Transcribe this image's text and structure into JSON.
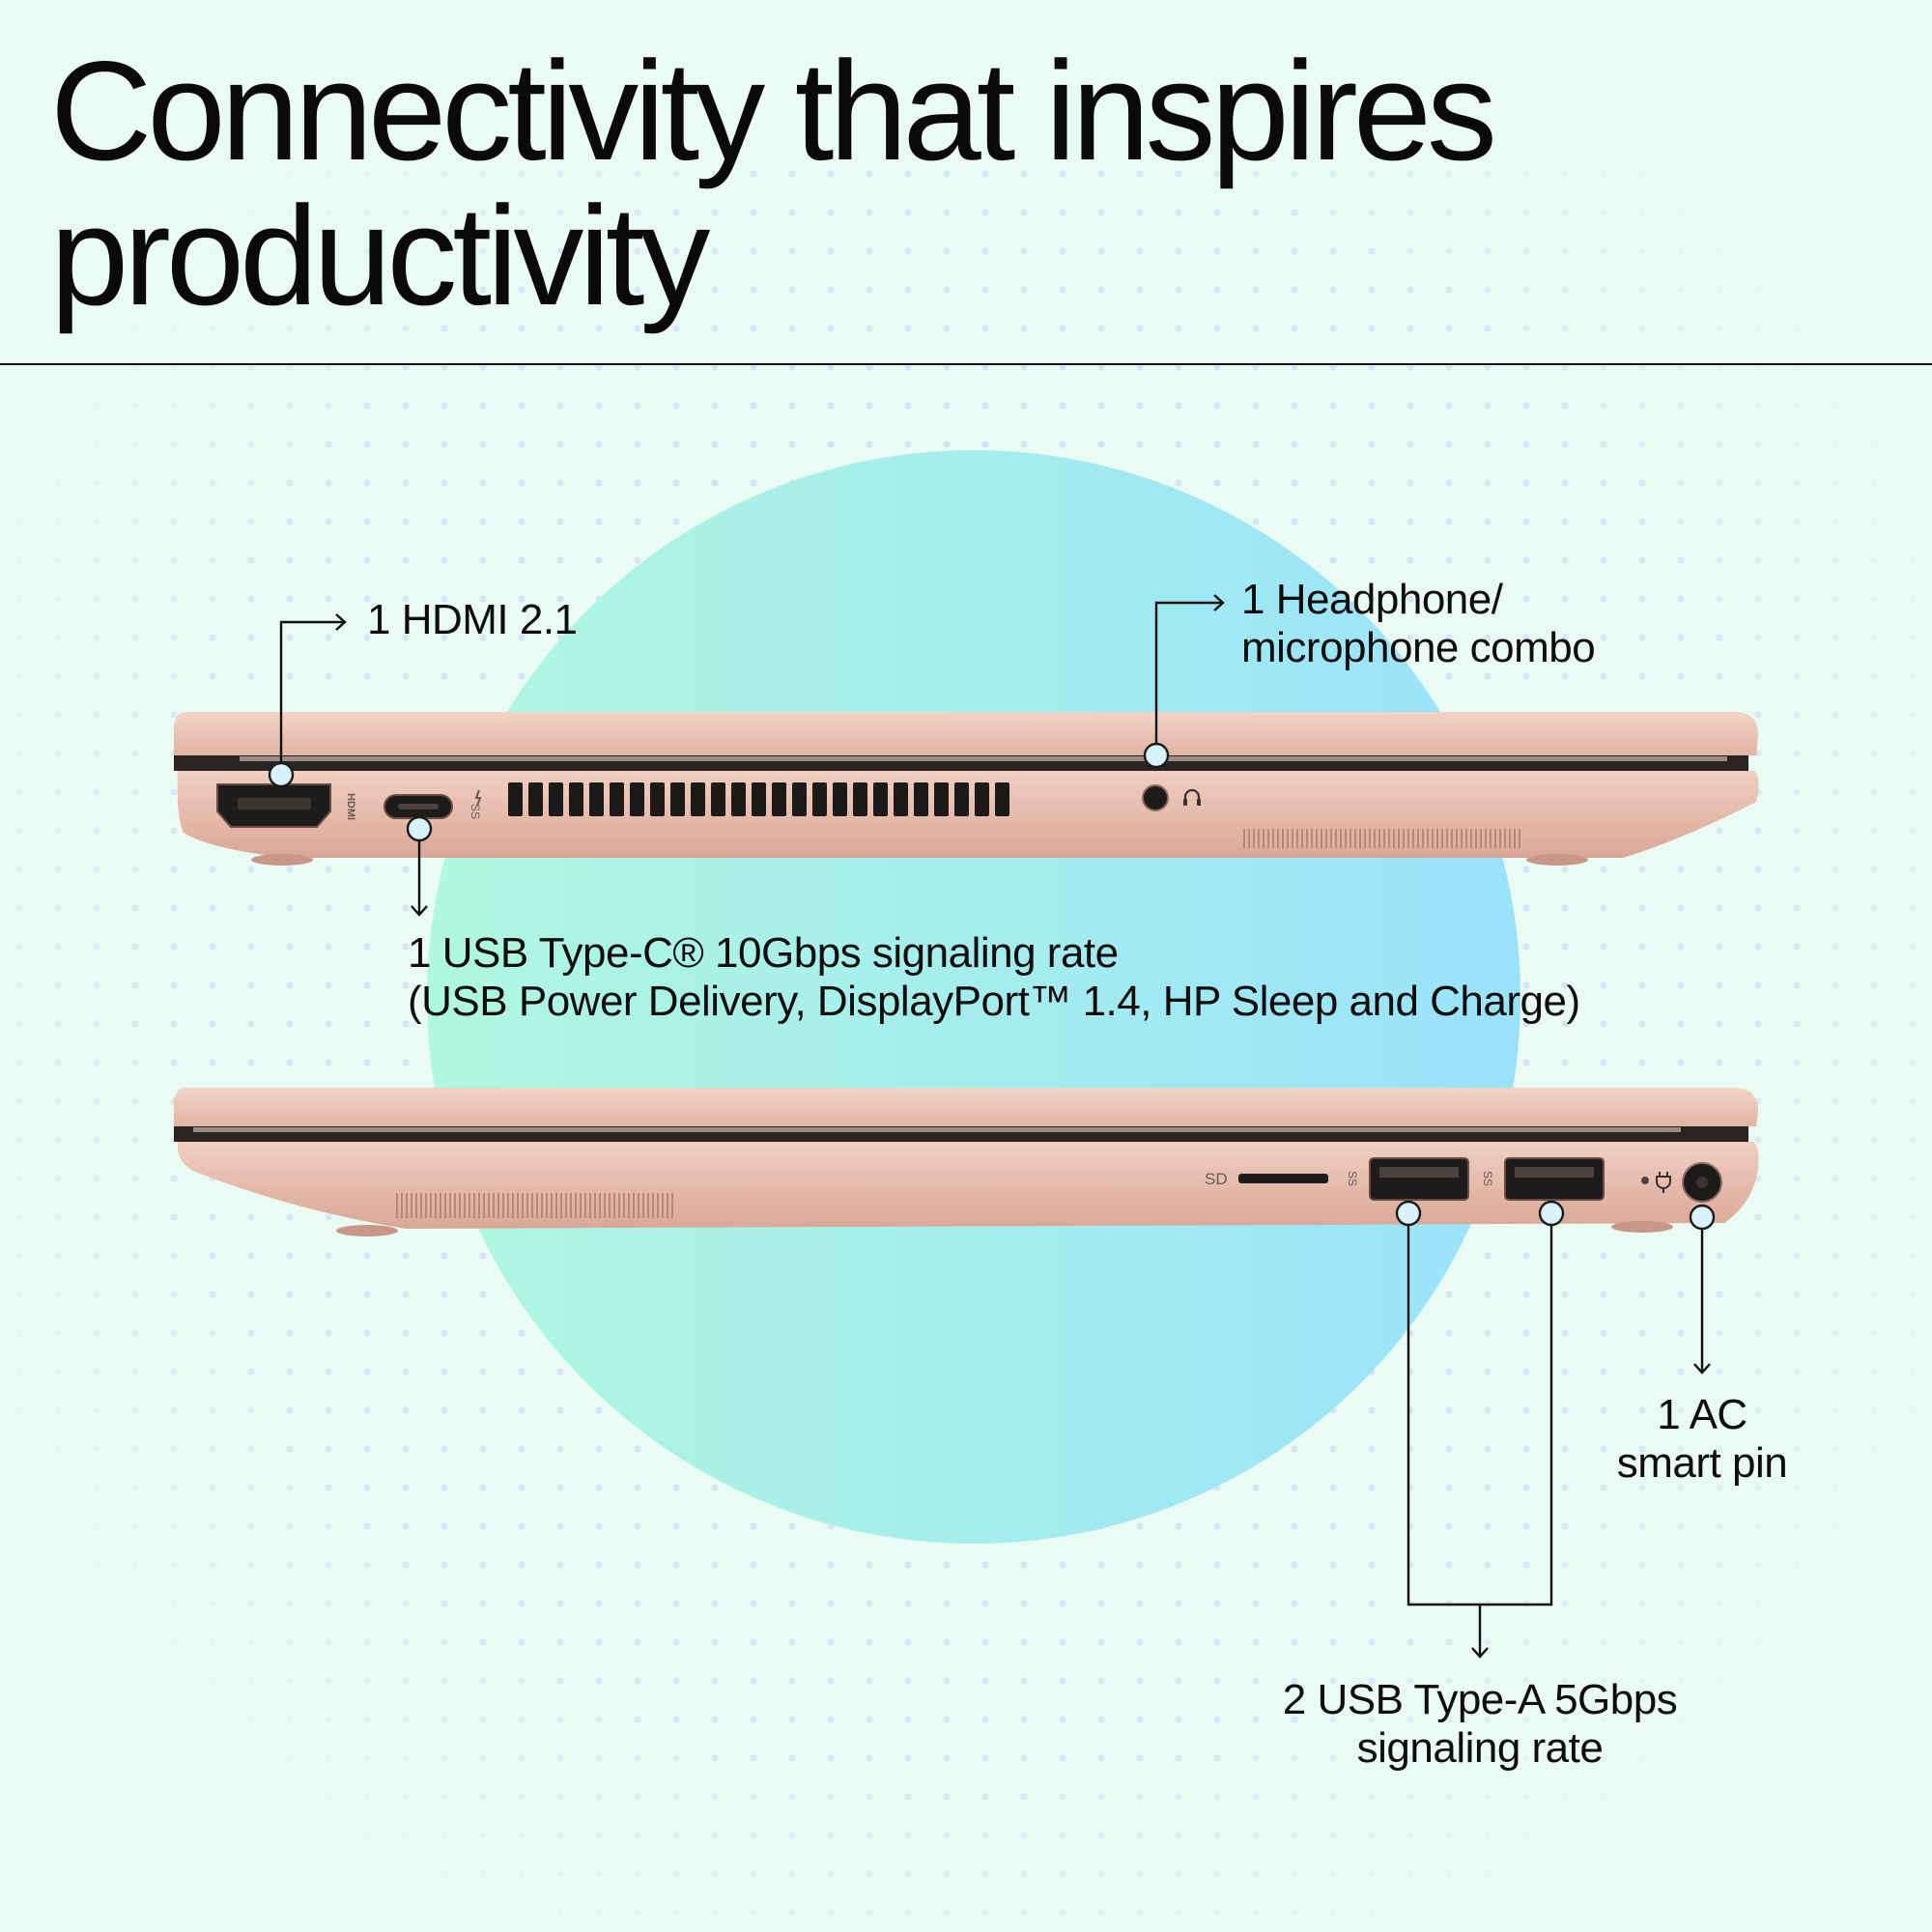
{
  "headline": {
    "line1": "Connectivity that inspires",
    "line2": "productivity"
  },
  "callouts": {
    "hdmi": "1 HDMI 2.1",
    "headphone": {
      "line1": "1 Headphone/",
      "line2": "microphone combo"
    },
    "usb_c": {
      "line1": "1 USB Type-C® 10Gbps signaling rate",
      "line2": "(USB Power Delivery, DisplayPort™ 1.4, HP Sleep and Charge)"
    },
    "ac": {
      "line1": "1 AC",
      "line2": "smart pin"
    },
    "usb_a": {
      "line1": "2 USB Type-A 5Gbps",
      "line2": "signaling rate"
    }
  },
  "port_markings": {
    "sd": "SD",
    "hdmi_logo": "HDMI"
  },
  "colors": {
    "background": "#e9fbf3",
    "laptop_body": "#ecc3b3",
    "callout_dot": "#d9f3fb",
    "circle_left": "#aef8e3",
    "circle_right": "#9ee3fb"
  }
}
